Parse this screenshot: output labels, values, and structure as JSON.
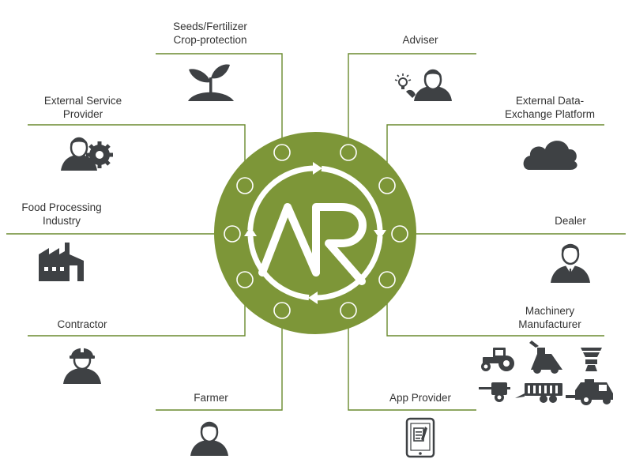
{
  "colors": {
    "accent": "#7d9638",
    "line": "#6a8a2e",
    "icon": "#3e4144",
    "text": "#333333",
    "background": "#ffffff"
  },
  "hub": {
    "logo": "AR",
    "logo-icon": "circular-arrows-ar-logo"
  },
  "nodes": [
    {
      "id": "seeds",
      "lines": [
        "Seeds/Fertilizer",
        "Crop-protection"
      ],
      "icon": "sprout-icon"
    },
    {
      "id": "adviser",
      "lines": [
        "Adviser"
      ],
      "icon": "adviser-lightbulb-icon"
    },
    {
      "id": "external-service",
      "lines": [
        "External Service",
        "Provider"
      ],
      "icon": "person-gear-icon"
    },
    {
      "id": "external-data",
      "lines": [
        "External Data-",
        "Exchange Platform"
      ],
      "icon": "cloud-icon"
    },
    {
      "id": "food-processing",
      "lines": [
        "Food Processing",
        "Industry"
      ],
      "icon": "factory-icon"
    },
    {
      "id": "dealer",
      "lines": [
        "Dealer"
      ],
      "icon": "businessman-icon"
    },
    {
      "id": "contractor",
      "lines": [
        "Contractor"
      ],
      "icon": "hardhat-worker-icon"
    },
    {
      "id": "machinery",
      "lines": [
        "Machinery",
        "Manufacturer"
      ],
      "icon": "machinery-icons"
    },
    {
      "id": "farmer",
      "lines": [
        "Farmer"
      ],
      "icon": "farmer-icon"
    },
    {
      "id": "app-provider",
      "lines": [
        "App Provider"
      ],
      "icon": "tablet-app-icon"
    }
  ]
}
